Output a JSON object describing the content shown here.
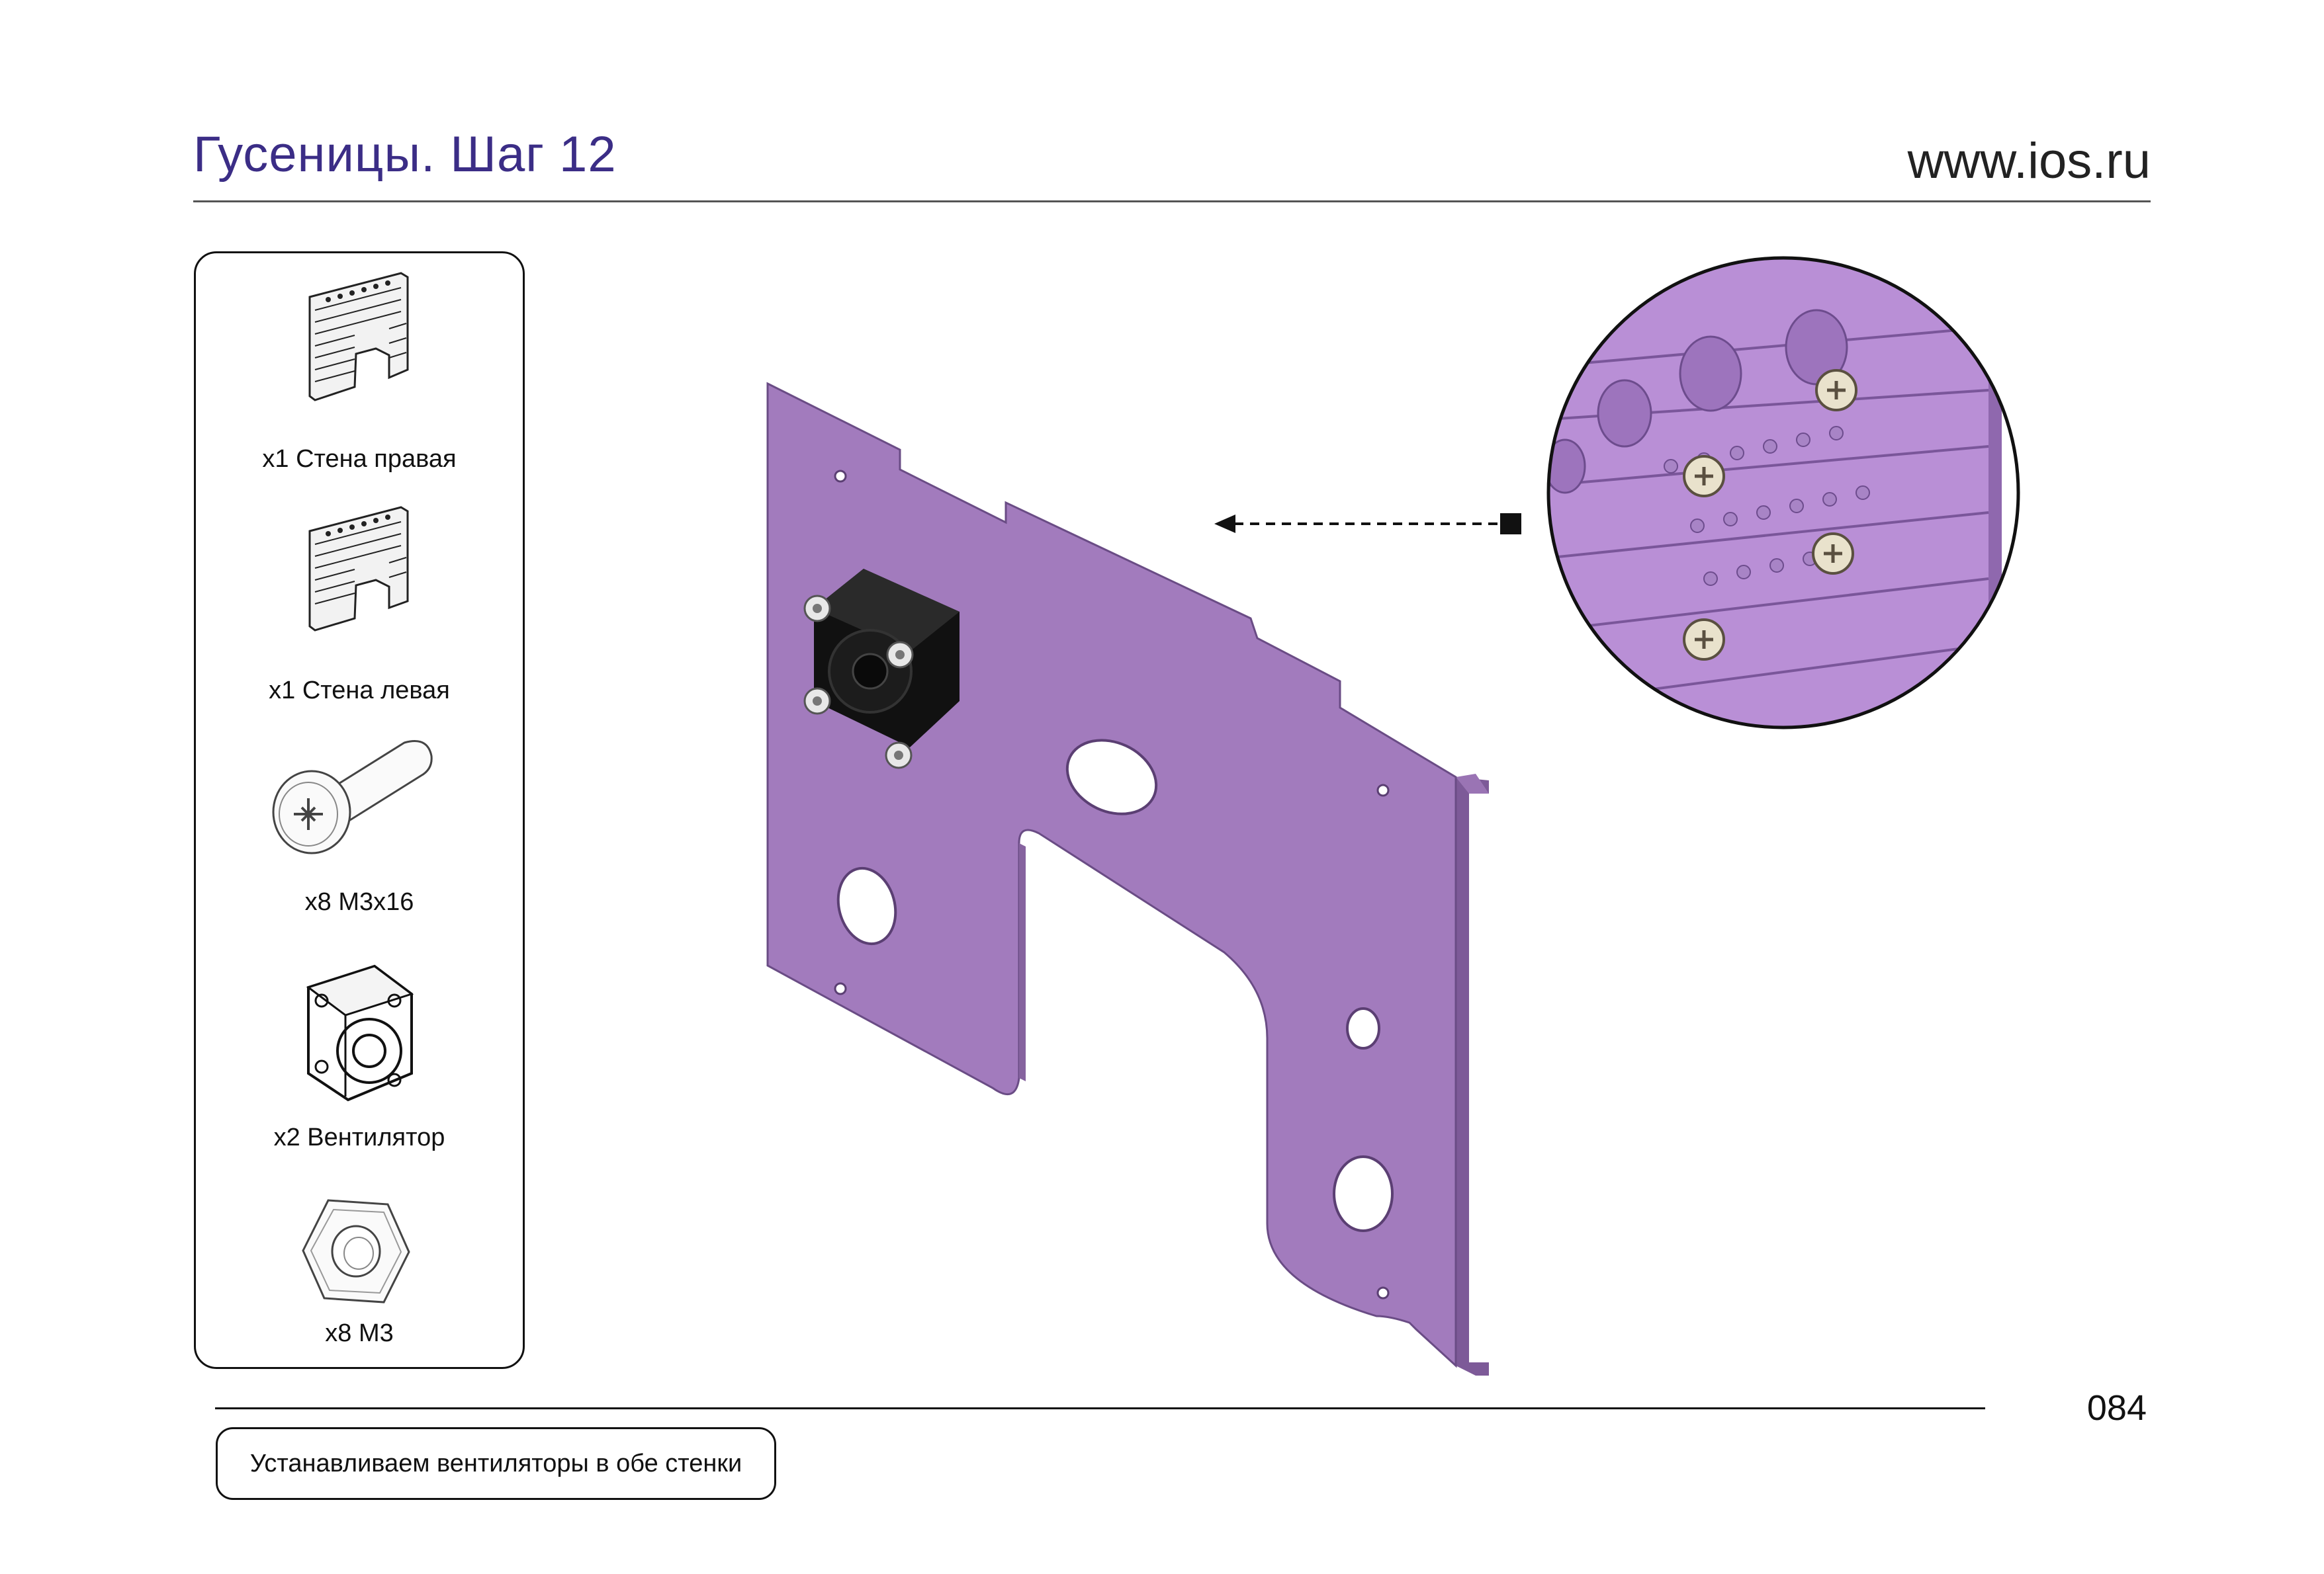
{
  "header": {
    "title": "Гусеницы. Шаг 12",
    "site": "www.ios.ru"
  },
  "parts": [
    {
      "icon": "right-wall-part-icon",
      "label": "x1 Стена правая"
    },
    {
      "icon": "left-wall-part-icon",
      "label": "x1 Стена левая"
    },
    {
      "icon": "screw-part-icon",
      "label": "x8 M3x16"
    },
    {
      "icon": "fan-part-icon",
      "label": "x2 Вентилятор"
    },
    {
      "icon": "nut-part-icon",
      "label": "x8 M3"
    }
  ],
  "footer": {
    "page_number": "084",
    "caption": "Устанавливаем вентиляторы в обе стенки"
  },
  "colors": {
    "title": "#3b2d86",
    "plate": "#a27bbd",
    "plate_dark": "#7d5a98",
    "zoom_plate": "#b98fd6"
  }
}
